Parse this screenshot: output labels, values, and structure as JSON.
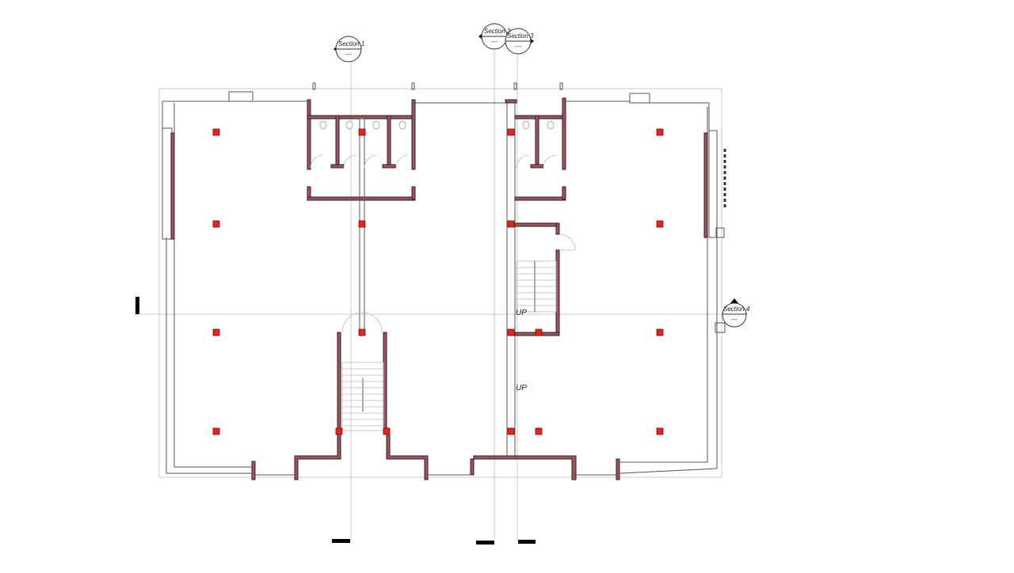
{
  "plan": {
    "sections": [
      {
        "label": "Section 1",
        "sub": "---"
      },
      {
        "label": "Section 2",
        "sub": "---"
      },
      {
        "label": "Section 3",
        "sub": "---"
      },
      {
        "label": "Section 4",
        "sub": "---"
      }
    ],
    "stair_labels": [
      "UP",
      "UP"
    ],
    "colors": {
      "wall": "#9a5560",
      "column": "#e8231f",
      "grid": "#c8c8c8"
    }
  }
}
